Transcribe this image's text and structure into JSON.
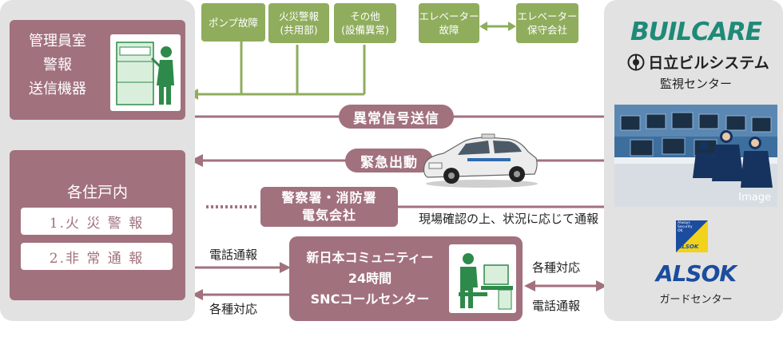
{
  "left_panel": {
    "management_box": [
      "管理員室",
      "警報",
      "送信機器"
    ],
    "units_box": {
      "title": "各住戸内",
      "items": [
        "1.火 災 警 報",
        "2.非 常 通 報"
      ]
    }
  },
  "top_boxes": {
    "pump": "ポンプ故障",
    "fire": [
      "火災警報",
      "(共用部)"
    ],
    "other": [
      "その他",
      "(設備異常)"
    ],
    "elevator_fault": [
      "エレベーター",
      "故障"
    ],
    "elevator_maint": [
      "エレベーター",
      "保守会社"
    ]
  },
  "flows": {
    "abnormal_signal": "異常信号送信",
    "emergency_dispatch": "緊急出動",
    "police_fire": [
      "警察署・消防署",
      "電気会社"
    ],
    "onsite_note": "現場確認の上、状況に応じて通報",
    "phone_report_left": "電話通報",
    "various_response_left": "各種対応",
    "snc_center": [
      "新日本コミュニティー",
      "24時間",
      "SNCコールセンター"
    ],
    "various_response_right": "各種対応",
    "phone_report_right": "電話通報"
  },
  "right_panel": {
    "buil_care_logo": "BUILCARE",
    "hitachi_logo": "日立ビルシステム",
    "monitor_center": "監視センター",
    "image_caption": "Image",
    "alsok_small": [
      "Always",
      "Security",
      "OK",
      "ALSOK"
    ],
    "alsok_logo": "ALSOK",
    "guard_center": "ガードセンター"
  },
  "colors": {
    "mauve": "#a2717e",
    "green": "#8fad5c",
    "panel_gray": "#e2e2e2",
    "buil_care_teal": "#1f8a78",
    "alsok_blue": "#1b4c9e",
    "alsok_yellow": "#f2d21b"
  }
}
